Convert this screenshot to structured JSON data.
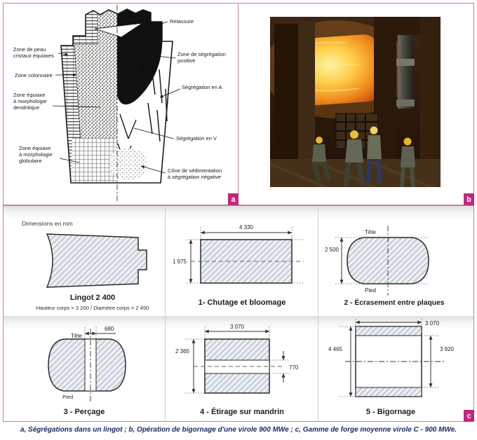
{
  "figure": {
    "caption": "a, Ségrégations dans un lingot ; b, Opération de bigornage d'une virole 900 MWe ; c, Gamme de forge moyenne virole C - 900 MWe."
  },
  "panel_a": {
    "corner_label": "a",
    "labels_left": [
      [
        "Zone de peau",
        "cristaux équiaxes"
      ],
      [
        "Zone colonnaire"
      ],
      [
        "Zone équiaxe",
        "à morphologie",
        "dendritique"
      ],
      [
        "Zone équiaxe",
        "à morphologie",
        "globulaire"
      ]
    ],
    "labels_right": [
      [
        "Retassure"
      ],
      [
        "Zone de ségrégation",
        "positive"
      ],
      [
        "Ségrégation en A"
      ],
      [
        "Ségrégation en V"
      ],
      [
        "Cône de sédimentation",
        "à ségrégation négative"
      ]
    ]
  },
  "panel_b": {
    "corner_label": "b"
  },
  "panel_c": {
    "corner_label": "c",
    "units_note": "Dimensions en mm",
    "lingot": {
      "title": "Lingot 2 400",
      "subtitle": "Hauteur corps = 3 200 / Diamètre corps = 2 450"
    },
    "step1": {
      "title": "1- Chutage et bloomage",
      "dim_width": "4 330",
      "dim_height": "1 975"
    },
    "step2": {
      "title": "2 - Écrasement entre plaques",
      "dim_height": "2 500",
      "label_top": "Tête",
      "label_bottom": "Pied"
    },
    "step3": {
      "title": "3 - Perçage",
      "dim_bore": "680",
      "label_top": "Tête",
      "label_bottom": "Pied"
    },
    "step4": {
      "title": "4 - Étirage sur mandrin",
      "dim_width": "3 070",
      "dim_height": "2 365",
      "dim_bore": "770"
    },
    "step5": {
      "title": "5 - Bigornage",
      "dim_width": "3 070",
      "dim_height_outer": "4 465",
      "dim_height_inner": "3 920"
    }
  },
  "colors": {
    "accent_magenta": "#c2267e",
    "panel_border": "#c87ea8",
    "hatch_fill": "#ccd3dd",
    "caption_text": "#1b2a66"
  }
}
